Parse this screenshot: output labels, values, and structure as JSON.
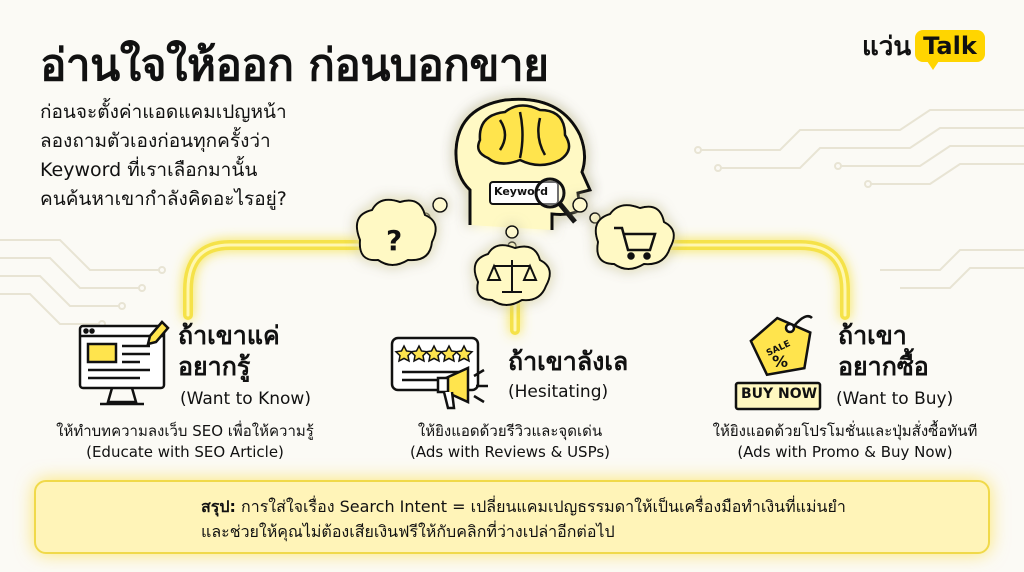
{
  "title": "อ่านใจให้ออก ก่อนบอกขาย",
  "intro": [
    "ก่อนจะตั้งค่าแอดแคมเปญหน้า",
    "ลองถามตัวเองก่อนทุกครั้งว่า",
    "Keyword ที่เราเลือกมานั้น",
    "คนค้นหาเขากำลังคิดอะไรอยู่?"
  ],
  "logo": {
    "brand": "แว่น",
    "badge": "Talk"
  },
  "keyword_tag": "Keyword",
  "thought_icons": [
    "question-icon",
    "scale-icon",
    "cart-icon"
  ],
  "cases": [
    {
      "heading": [
        "ถ้าเขาแค่",
        "อยากรู้"
      ],
      "sub": "(Want to Know)",
      "desc": [
        "ให้ทำบทความลงเว็บ SEO เพื่อให้ความรู้",
        "(Educate with SEO Article)"
      ]
    },
    {
      "heading": [
        "ถ้าเขาลังเล"
      ],
      "sub": "(Hesitating)",
      "desc": [
        "ให้ยิงแอดด้วยรีวิวและจุดเด่น",
        "(Ads with Reviews & USPs)"
      ]
    },
    {
      "heading": [
        "ถ้าเขา",
        "อยากซื้อ"
      ],
      "sub": "(Want to Buy)",
      "desc": [
        "ให้ยิงแอดด้วยโปรโมชั่นและปุ่มสั่งซื้อทันที",
        "(Ads with Promo & Buy Now)"
      ]
    }
  ],
  "tags": {
    "sale": "SALE",
    "buy_now": "BUY NOW",
    "percent": "%"
  },
  "summary": {
    "label": "สรุป:",
    "line1": "การใส่ใจเรื่อง Search Intent = เปลี่ยนแคมเปญธรรมดาให้เป็นเครื่องมือทำเงินที่แม่นยำ",
    "line2": "และช่วยให้คุณไม่ต้องเสียเงินฟรีให้กับคลิกที่ว่างเปล่าอีกต่อไป"
  },
  "colors": {
    "accent": "#ffd500",
    "glow": "#f5e24a",
    "background": "#fbfaf5",
    "summary_bg": "#fff4b8"
  }
}
